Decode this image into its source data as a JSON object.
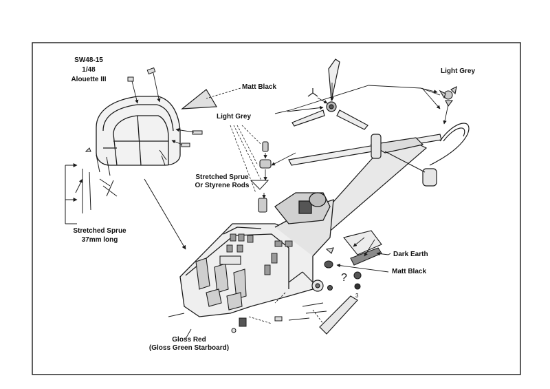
{
  "header": {
    "code": "SW48-15",
    "scale": "1/48",
    "model": "Alouette III"
  },
  "callouts": {
    "matt_black_canopy": "Matt Black",
    "light_grey_rotor_head": "Light Grey",
    "light_grey_parts": "Light Grey",
    "stretched_sprue_rods_1": "Stretched Sprue",
    "stretched_sprue_rods_2": "Or Styrene Rods",
    "stretched_sprue_len_1": "Stretched Sprue",
    "stretched_sprue_len_2": "37mm long",
    "dark_earth": "Dark Earth",
    "matt_black_wheels": "Matt Black",
    "gloss_red_1": "Gloss Red",
    "gloss_red_2": "(Gloss Green Starboard)",
    "question_mark": "?",
    "wheel_number": "3"
  },
  "colors": {
    "line": "#1a1a1a",
    "fill_light": "#eeeeee",
    "fill_mid": "#d4d4d4",
    "fill_dark": "#7a7a7a"
  }
}
